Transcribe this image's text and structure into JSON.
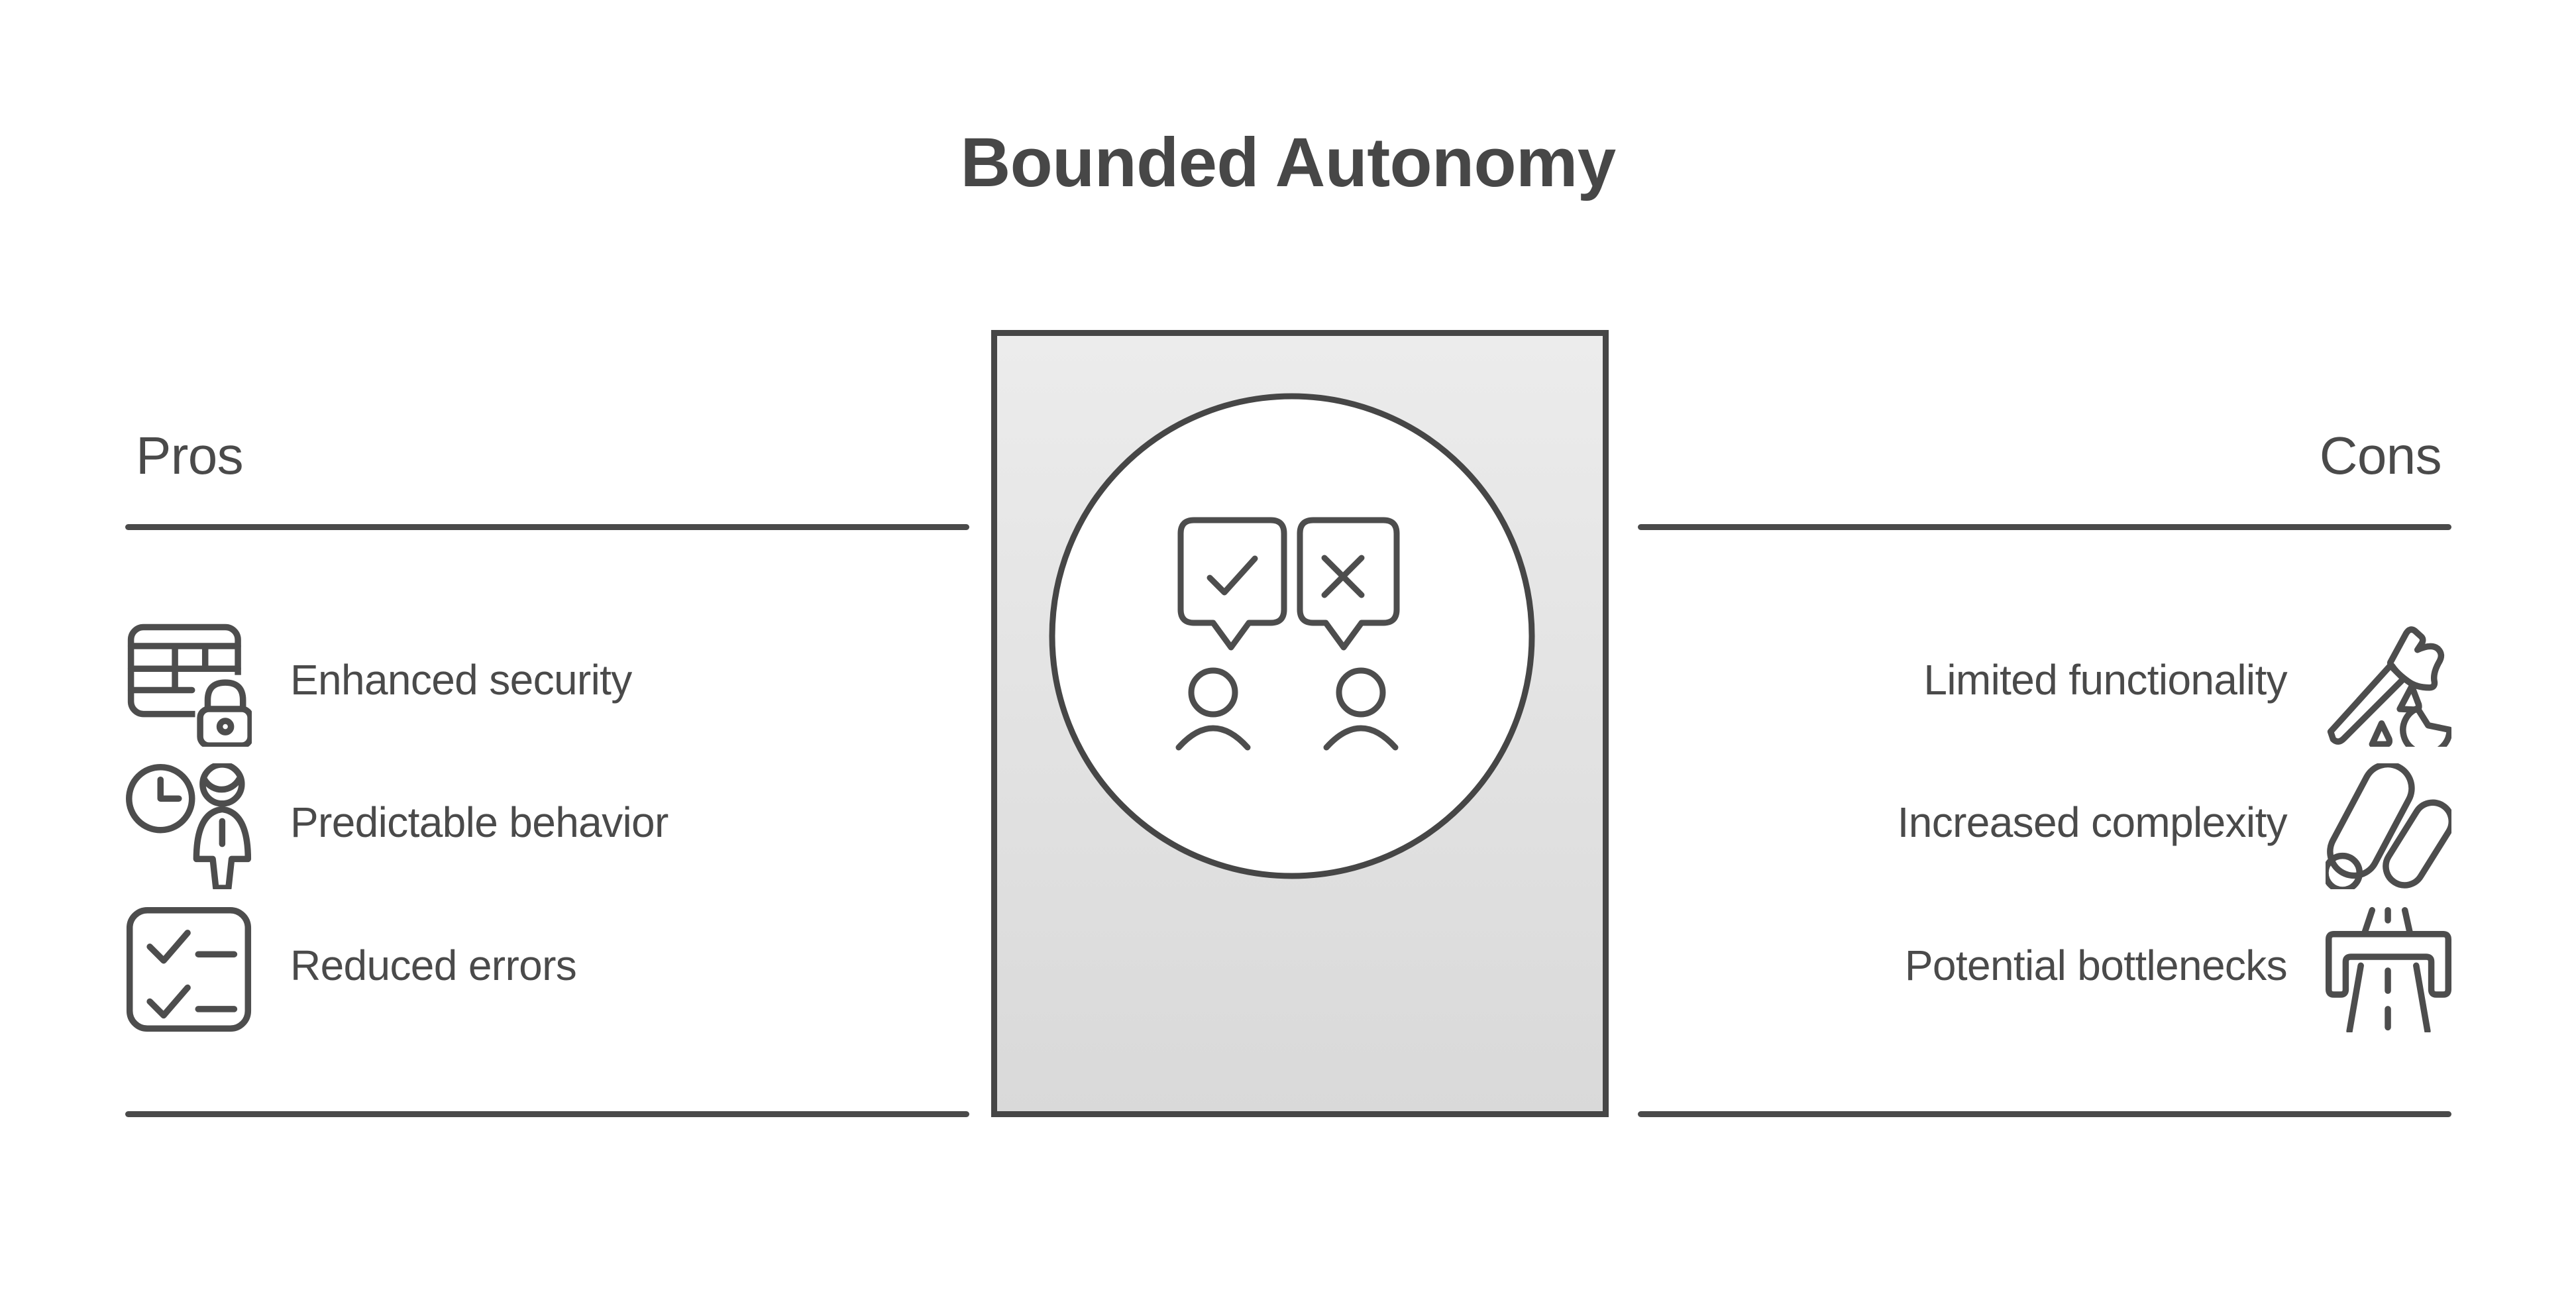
{
  "title": "Bounded Autonomy",
  "pros": {
    "heading": "Pros",
    "items": [
      {
        "label": "Enhanced security",
        "icon": "table-lock-icon"
      },
      {
        "label": "Predictable behavior",
        "icon": "clock-person-icon"
      },
      {
        "label": "Reduced errors",
        "icon": "checklist-icon"
      }
    ]
  },
  "cons": {
    "heading": "Cons",
    "items": [
      {
        "label": "Limited functionality",
        "icon": "axe-broken-icon"
      },
      {
        "label": "Increased complexity",
        "icon": "logs-icon"
      },
      {
        "label": "Potential bottlenecks",
        "icon": "bottleneck-road-icon"
      }
    ]
  },
  "center_illustration": {
    "icons": [
      "check-bubble-icon",
      "x-bubble-icon",
      "person-icon",
      "person-icon"
    ],
    "meaning": "approve and reject speech bubbles above two figures"
  },
  "theme": {
    "ink": "#4a4a4a",
    "title_color": "#474747",
    "icon_stroke": "#4d4d4d",
    "line_color": "#4a4a4a",
    "box_border": "#464646",
    "box_fill_top": "#ececec",
    "box_fill_bottom": "#d9d9d9",
    "circle_fill": "#ffffff",
    "background": "#ffffff"
  }
}
